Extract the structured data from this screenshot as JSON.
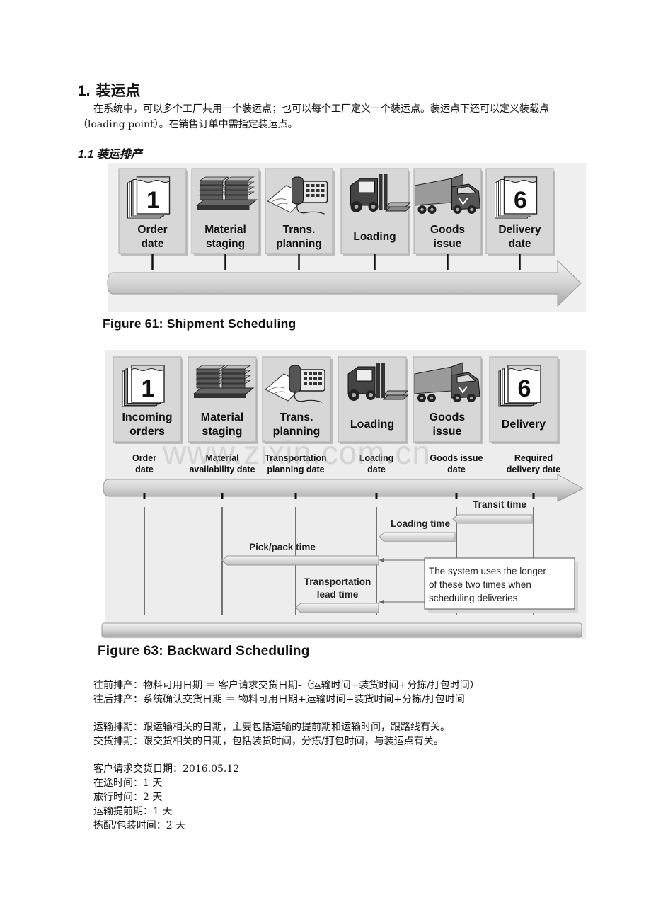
{
  "section": {
    "number": "1.",
    "title": "装运点"
  },
  "intro": "在系统中，可以多个工厂共用一个装运点；也可以每个工厂定义一个装运点。装运点下还可以定义装载点（loading point）。在销售订单中需指定装运点。",
  "subsection": {
    "title": "1.1 装运排产"
  },
  "figure1": {
    "caption": "Figure 61:  Shipment Scheduling",
    "steps": [
      {
        "icon": "calendar-icon",
        "badge": "1",
        "line1": "Order",
        "line2": "date"
      },
      {
        "icon": "pallet-icon",
        "badge": "",
        "line1": "Material",
        "line2": "staging"
      },
      {
        "icon": "telephone-icon",
        "badge": "",
        "line1": "Trans.",
        "line2": "planning"
      },
      {
        "icon": "forklift-icon",
        "badge": "",
        "line1": "Loading",
        "line2": ""
      },
      {
        "icon": "truck-icon",
        "badge": "",
        "line1": "Goods",
        "line2": "issue"
      },
      {
        "icon": "calendar-icon",
        "badge": "6",
        "line1": "Delivery",
        "line2": "date"
      }
    ]
  },
  "figure2": {
    "caption": "Figure 63:  Backward Scheduling",
    "steps": [
      {
        "icon": "calendar-icon",
        "badge": "1",
        "line1": "Incoming",
        "line2": "orders"
      },
      {
        "icon": "pallet-icon",
        "badge": "",
        "line1": "Material",
        "line2": "staging"
      },
      {
        "icon": "telephone-icon",
        "badge": "",
        "line1": "Trans.",
        "line2": "planning"
      },
      {
        "icon": "forklift-icon",
        "badge": "",
        "line1": "Loading",
        "line2": ""
      },
      {
        "icon": "truck-icon",
        "badge": "",
        "line1": "Goods",
        "line2": "issue"
      },
      {
        "icon": "calendar-icon",
        "badge": "6",
        "line1": "Delivery",
        "line2": ""
      }
    ],
    "dates": [
      {
        "line1": "Order",
        "line2": "date"
      },
      {
        "line1": "Material",
        "line2": "availability date"
      },
      {
        "line1": "Transportation",
        "line2": "planning date"
      },
      {
        "line1": "Loading",
        "line2": "date"
      },
      {
        "line1": "Goods issue",
        "line2": "date"
      },
      {
        "line1": "Required",
        "line2": "delivery date"
      }
    ],
    "intervals": {
      "transit": "Transit time",
      "loading": "Loading time",
      "pickpack": "Pick/pack time",
      "transport_line1": "Transportation",
      "transport_line2": "lead time"
    },
    "note": [
      "The system uses the longer",
      "of these two times when",
      "scheduling deliveries."
    ]
  },
  "watermark": "www.zixin.com.cn",
  "formulas": [
    "往前排产：物料可用日期 ＝ 客户请求交货日期-（运输时间+装货时间+分拣/打包时间）",
    "往后排产：系统确认交货日期 ＝ 物料可用日期+运输时间+装货时间+分拣/打包时间"
  ],
  "definitions": [
    "运输排期：跟运输相关的日期，主要包括运输的提前期和运输时间，跟路线有关。",
    "交货排期：跟交货相关的日期，包括装货时间，分拣/打包时间，与装运点有关。"
  ],
  "example": [
    "客户请求交货日期：2016.05.12",
    "在途时间：1 天",
    "旅行时间：2 天",
    "运输提前期：1 天",
    "拣配/包装时间：2 天"
  ]
}
